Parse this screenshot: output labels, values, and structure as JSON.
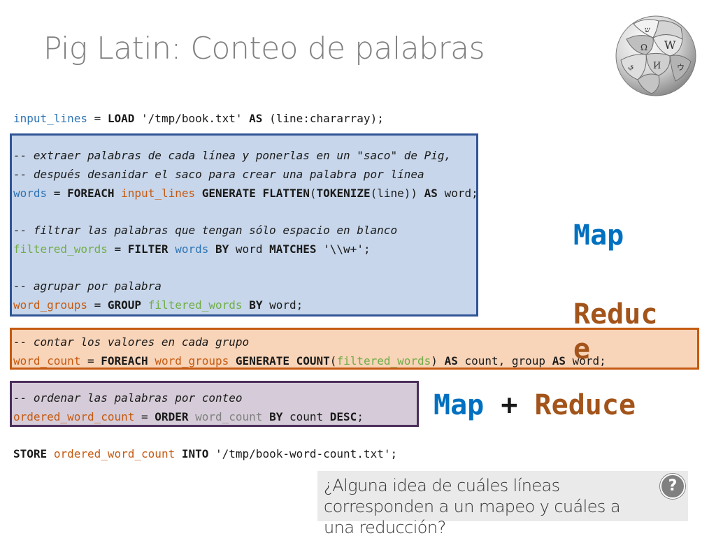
{
  "slide": {
    "title": "Pig Latin: Conteo de palabras"
  },
  "code": {
    "l1": {
      "a": "input_lines",
      "b": " = ",
      "c": "LOAD",
      "d": " '/tmp/book.txt' ",
      "e": "AS",
      "f": " (line:chararray);"
    },
    "c1": "-- extraer palabras de cada línea y ponerlas en un \"saco\" de Pig,",
    "c2": "-- después desanidar el saco para crear una palabra por línea",
    "l2": {
      "a": "words",
      "b": " = ",
      "c": "FOREACH",
      "d": " ",
      "e": "input_lines",
      "f": " ",
      "g": "GENERATE",
      "h": " ",
      "i": "FLATTEN",
      "j": "(",
      "k": "TOKENIZE",
      "l": "(line)) ",
      "m": "AS",
      "n": " word;"
    },
    "c3": "-- filtrar las palabras que tengan sólo espacio en blanco",
    "l3": {
      "a": "filtered_words",
      "b": " = ",
      "c": "FILTER",
      "d": " ",
      "e": "words",
      "f": " ",
      "g": "BY",
      "h": " word ",
      "i": "MATCHES",
      "j": " '\\\\w+';"
    },
    "c4": "-- agrupar por palabra",
    "l4": {
      "a": "word_groups",
      "b": " = ",
      "c": "GROUP",
      "d": " ",
      "e": "filtered_words",
      "f": " ",
      "g": "BY",
      "h": " word;"
    },
    "c5": "-- contar los valores en cada grupo",
    "l5": {
      "a": "word_count",
      "b": " = ",
      "c": "FOREACH",
      "d": " ",
      "e": "word_groups",
      "f": " ",
      "g": "GENERATE",
      "h": " ",
      "i": "COUNT",
      "j": "(",
      "k": "filtered_words",
      "l": ") ",
      "m": "AS",
      "n": " count, group ",
      "o": "AS",
      "p": " word;"
    },
    "c6": "-- ordenar las palabras por conteo",
    "l6": {
      "a": "ordered_word_count",
      "b": " = ",
      "c": "ORDER",
      "d": " ",
      "e": "word_count",
      "f": " ",
      "g": "BY",
      "h": " count ",
      "i": "DESC",
      "j": ";"
    },
    "l7": {
      "a": "STORE",
      "b": " ",
      "c": "ordered_word_count",
      "d": " ",
      "e": "INTO",
      "f": " '/tmp/book-word-count.txt';"
    }
  },
  "labels": {
    "map": "Map",
    "reduce_1": "Reduc",
    "reduce_2": "e",
    "mr_map": "Map",
    "mr_plus": "+",
    "mr_reduce": "Reduce"
  },
  "question": {
    "text": "¿Alguna idea de cuáles líneas corresponden a un mapeo y cuáles a una reducción?",
    "icon": "?"
  },
  "colors": {
    "map_fill": "#c7d6ea",
    "map_border": "#2f5597",
    "reduce_fill": "#f8d4b8",
    "reduce_border": "#c55a11",
    "mapreduce_fill": "#d6ccd9",
    "mapreduce_border": "#4b2f5b"
  },
  "icons": {
    "logo": "wikipedia-globe-icon",
    "help": "question-mark-icon"
  }
}
